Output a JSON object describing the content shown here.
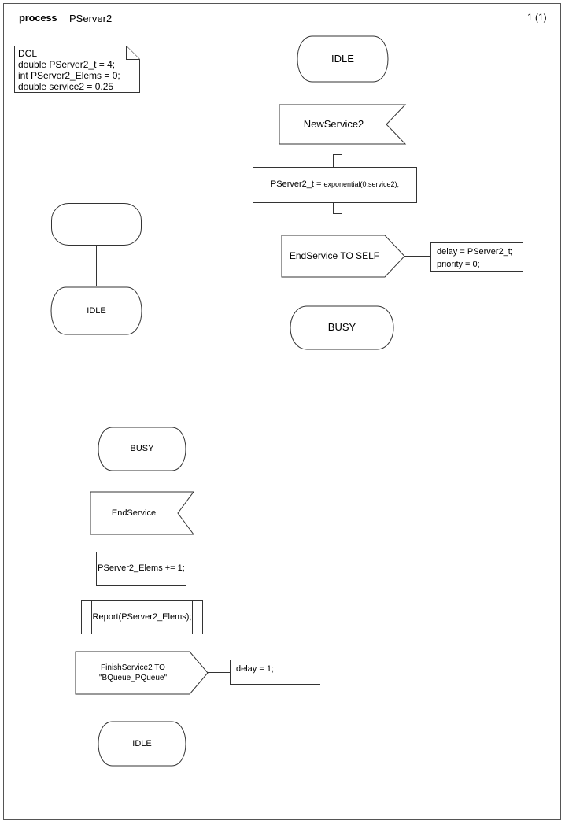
{
  "header": {
    "keyword": "process",
    "name": "PServer2",
    "page_number": "1 (1)"
  },
  "declaration": {
    "name": "dcl-note",
    "lines": [
      "DCL",
      "double PServer2_t = 4;",
      "int PServer2_Elems = 0;",
      "double service2 = 0.25"
    ],
    "text": "DCL\ndouble PServer2_t = 4;\nint PServer2_Elems = 0;\ndouble service2 = 0.25"
  },
  "flows": {
    "start_flow": {
      "start_label": "",
      "next_state": "IDLE"
    },
    "idle_flow": {
      "state": "IDLE",
      "input": "NewService2",
      "task_prefix": "PServer2_t = ",
      "task_suffix": "exponential(0,service2);",
      "task_full": "PServer2_t = exponential(0,service2);",
      "output": "EndService TO SELF",
      "output_comment": "delay = PServer2_t;\npriority = 0;",
      "next_state": "BUSY"
    },
    "busy_flow": {
      "state": "BUSY",
      "input": "EndService",
      "task": "PServer2_Elems += 1;",
      "procedure_call": "Report(PServer2_Elems);",
      "output_line1": "FinishService2 TO",
      "output_line2": "\"BQueue_PQueue\"",
      "output_comment": "delay = 1;",
      "next_state": "IDLE"
    }
  },
  "colors": {
    "stroke": "#333333",
    "frame": "#555555",
    "background": "#ffffff",
    "text": "#000000"
  }
}
